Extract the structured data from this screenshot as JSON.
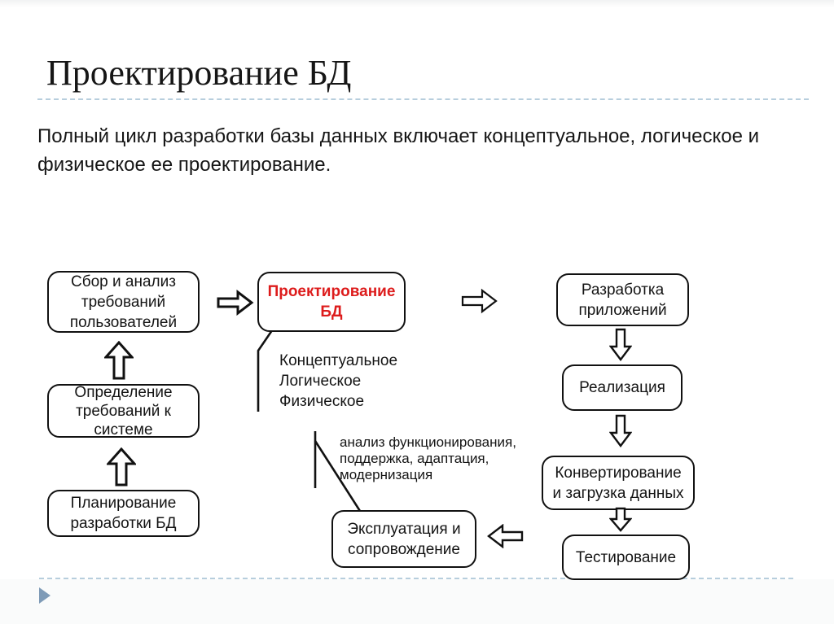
{
  "slide": {
    "title": "Проектирование БД",
    "intro": "Полный цикл разработки базы данных включает концептуальное, логическое и\nфизическое ее проектирование."
  },
  "diagram": {
    "nodes": {
      "gather": {
        "label": "Сбор и анализ\nтребований\nпользователей"
      },
      "design": {
        "label": "Проектирование\nБД"
      },
      "apps": {
        "label": "Разработка\nприложений"
      },
      "sysreq": {
        "label": "Определение\nтребований к\nсистеме"
      },
      "plan": {
        "label": "Планирование\nразработки БД"
      },
      "impl": {
        "label": "Реализация"
      },
      "convert": {
        "label": "Конвертирование\nи загрузка данных"
      },
      "test": {
        "label": "Тестирование"
      },
      "operate": {
        "label": "Эксплуатация и\nсопровождение"
      }
    },
    "callouts": {
      "design_levels": "Концептуальное\nЛогическое\nФизическое",
      "operate_note": "анализ функционирования,\nподдержка, адаптация,\nмодернизация"
    }
  },
  "colors": {
    "highlight_text": "#dd1c1c",
    "dashed_rule": "#b7cedd",
    "footer_marker": "#7f9bb7",
    "shape_border": "#111111"
  }
}
